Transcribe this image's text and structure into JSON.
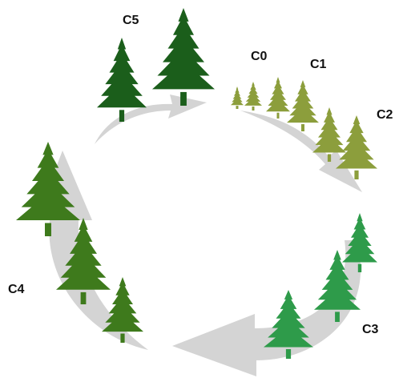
{
  "stages": [
    {
      "label": "C0",
      "color": "#8c9e3c"
    },
    {
      "label": "C1",
      "color": "#8c9e3c"
    },
    {
      "label": "C2",
      "color": "#8c9e3c"
    },
    {
      "label": "C3",
      "color": "#2e9b4a"
    },
    {
      "label": "C4",
      "color": "#3e7a1c"
    },
    {
      "label": "C5",
      "color": "#1b5e1b"
    }
  ],
  "colors": {
    "arrow": "#d4d4d4",
    "trunk": "#5a6b1f"
  },
  "icons": {
    "tree": "conifer-tree-icon",
    "arrow": "cycle-arrow"
  }
}
